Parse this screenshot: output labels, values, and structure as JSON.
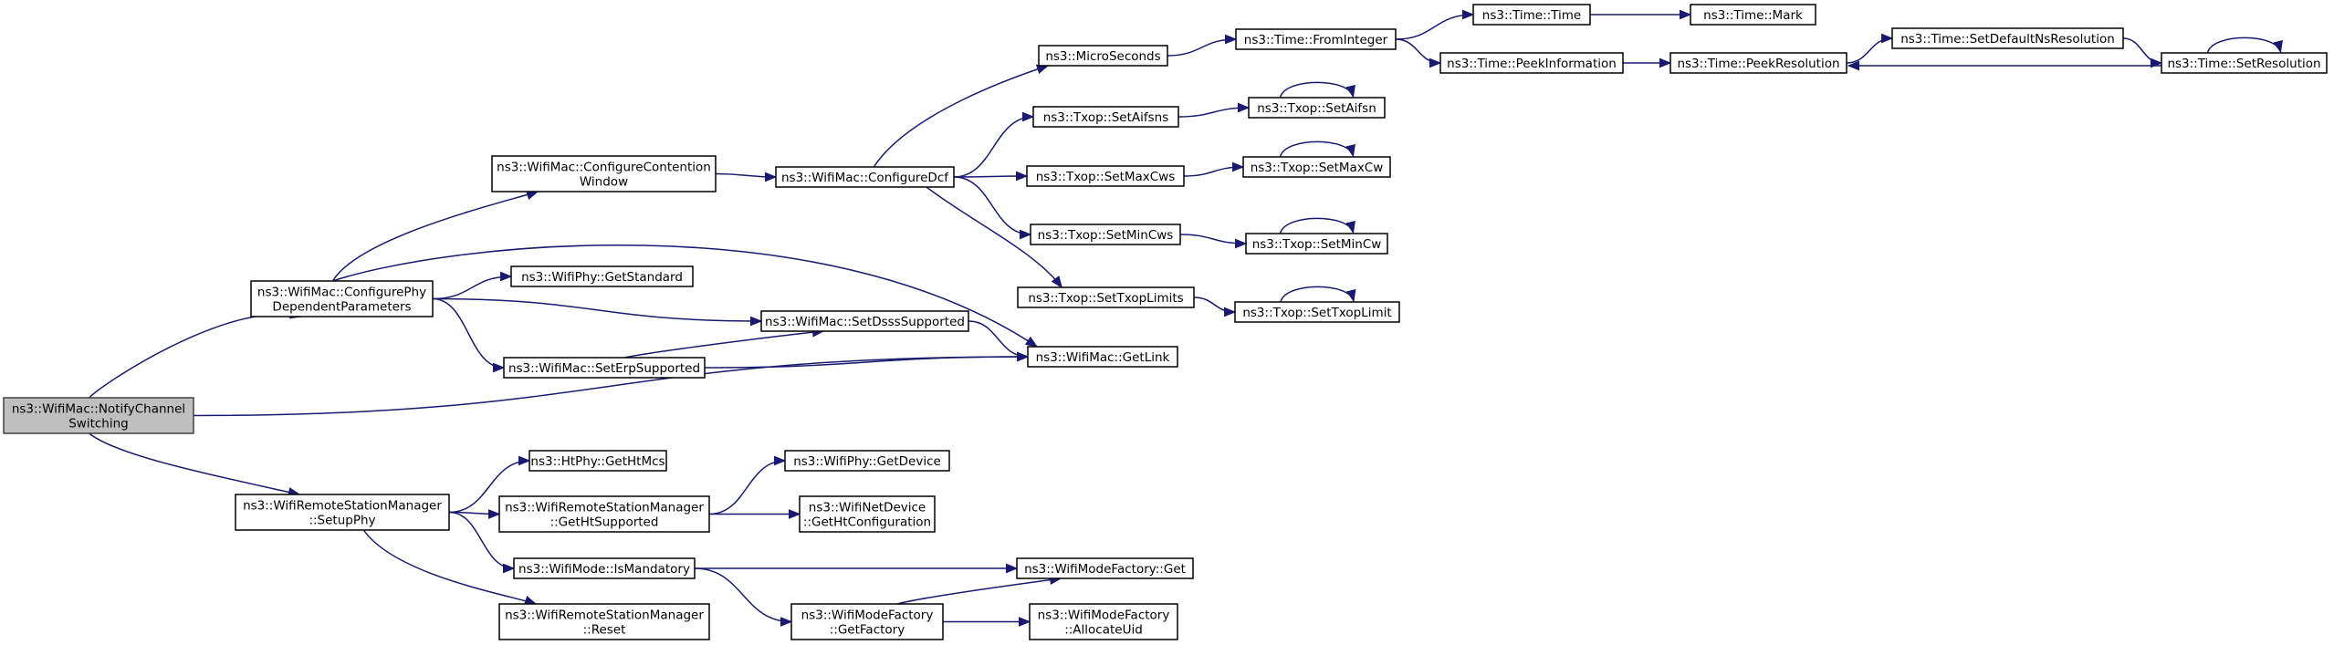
{
  "diagram": {
    "edge_color": "#191970",
    "root_fill": "#bfbfbf",
    "nodes": {
      "notify": [
        "ns3::WifiMac::NotifyChannel",
        "Switching"
      ],
      "config_phy": [
        "ns3::WifiMac::ConfigurePhy",
        "DependentParameters"
      ],
      "setup_phy": [
        "ns3::WifiRemoteStationManager",
        "::SetupPhy"
      ],
      "config_cw": [
        "ns3::WifiMac::ConfigureContention",
        "Window"
      ],
      "get_standard": [
        "ns3::WifiPhy::GetStandard"
      ],
      "set_dsss": [
        "ns3::WifiMac::SetDsssSupported"
      ],
      "set_erp": [
        "ns3::WifiMac::SetErpSupported"
      ],
      "get_link": [
        "ns3::WifiMac::GetLink"
      ],
      "config_dcf": [
        "ns3::WifiMac::ConfigureDcf"
      ],
      "micro": [
        "ns3::MicroSeconds"
      ],
      "set_aifsns": [
        "ns3::Txop::SetAifsns"
      ],
      "set_maxcws": [
        "ns3::Txop::SetMaxCws"
      ],
      "set_mincws": [
        "ns3::Txop::SetMinCws"
      ],
      "set_txoplimits": [
        "ns3::Txop::SetTxopLimits"
      ],
      "set_aifsn": [
        "ns3::Txop::SetAifsn"
      ],
      "set_maxcw": [
        "ns3::Txop::SetMaxCw"
      ],
      "set_mincw": [
        "ns3::Txop::SetMinCw"
      ],
      "set_txoplimit": [
        "ns3::Txop::SetTxopLimit"
      ],
      "from_integer": [
        "ns3::Time::FromInteger"
      ],
      "time_time": [
        "ns3::Time::Time"
      ],
      "time_mark": [
        "ns3::Time::Mark"
      ],
      "peek_info": [
        "ns3::Time::PeekInformation"
      ],
      "peek_res": [
        "ns3::Time::PeekResolution"
      ],
      "set_default_ns": [
        "ns3::Time::SetDefaultNsResolution"
      ],
      "set_res": [
        "ns3::Time::SetResolution"
      ],
      "get_htmcs": [
        "ns3::HtPhy::GetHtMcs"
      ],
      "get_ht_supported": [
        "ns3::WifiRemoteStationManager",
        "::GetHtSupported"
      ],
      "is_mandatory": [
        "ns3::WifiMode::IsMandatory"
      ],
      "reset": [
        "ns3::WifiRemoteStationManager",
        "::Reset"
      ],
      "get_device": [
        "ns3::WifiPhy::GetDevice"
      ],
      "get_ht_config": [
        "ns3::WifiNetDevice",
        "::GetHtConfiguration"
      ],
      "mode_factory_get": [
        "ns3::WifiModeFactory::Get"
      ],
      "get_factory": [
        "ns3::WifiModeFactory",
        "::GetFactory"
      ],
      "allocate_uid": [
        "ns3::WifiModeFactory",
        "::AllocateUid"
      ]
    },
    "edges": [
      [
        "notify",
        "config_phy"
      ],
      [
        "notify",
        "get_link"
      ],
      [
        "notify",
        "setup_phy"
      ],
      [
        "config_phy",
        "config_cw"
      ],
      [
        "config_phy",
        "get_link"
      ],
      [
        "config_phy",
        "get_standard"
      ],
      [
        "config_phy",
        "set_dsss"
      ],
      [
        "config_phy",
        "set_erp"
      ],
      [
        "config_cw",
        "config_dcf"
      ],
      [
        "config_dcf",
        "micro"
      ],
      [
        "config_dcf",
        "set_aifsns"
      ],
      [
        "config_dcf",
        "set_maxcws"
      ],
      [
        "config_dcf",
        "set_mincws"
      ],
      [
        "config_dcf",
        "set_txoplimits"
      ],
      [
        "set_aifsns",
        "set_aifsn"
      ],
      [
        "set_maxcws",
        "set_maxcw"
      ],
      [
        "set_mincws",
        "set_mincw"
      ],
      [
        "set_txoplimits",
        "set_txoplimit"
      ],
      [
        "set_aifsn",
        "set_aifsn"
      ],
      [
        "set_maxcw",
        "set_maxcw"
      ],
      [
        "set_mincw",
        "set_mincw"
      ],
      [
        "set_txoplimit",
        "set_txoplimit"
      ],
      [
        "micro",
        "from_integer"
      ],
      [
        "from_integer",
        "time_time"
      ],
      [
        "from_integer",
        "peek_info"
      ],
      [
        "time_time",
        "time_mark"
      ],
      [
        "peek_info",
        "peek_res"
      ],
      [
        "peek_res",
        "set_default_ns"
      ],
      [
        "set_default_ns",
        "set_res"
      ],
      [
        "set_res",
        "peek_res"
      ],
      [
        "set_res",
        "set_res"
      ],
      [
        "set_dsss",
        "get_link"
      ],
      [
        "set_erp",
        "set_dsss"
      ],
      [
        "set_erp",
        "get_link"
      ],
      [
        "setup_phy",
        "get_htmcs"
      ],
      [
        "setup_phy",
        "get_ht_supported"
      ],
      [
        "setup_phy",
        "is_mandatory"
      ],
      [
        "setup_phy",
        "reset"
      ],
      [
        "get_ht_supported",
        "get_device"
      ],
      [
        "get_ht_supported",
        "get_ht_config"
      ],
      [
        "is_mandatory",
        "mode_factory_get"
      ],
      [
        "is_mandatory",
        "get_factory"
      ],
      [
        "get_factory",
        "mode_factory_get"
      ],
      [
        "get_factory",
        "allocate_uid"
      ]
    ]
  }
}
